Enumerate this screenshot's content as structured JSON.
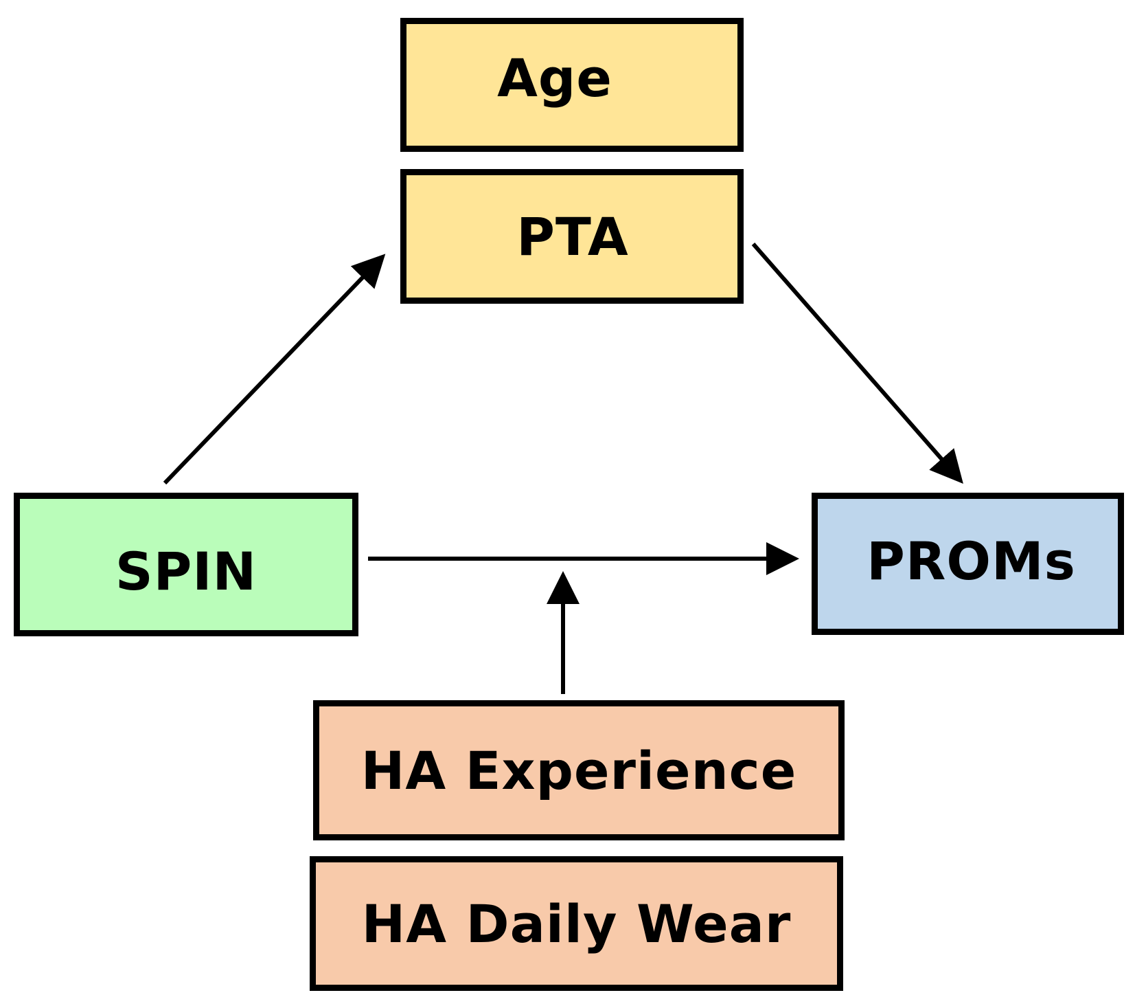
{
  "nodes": {
    "age": {
      "label": "Age",
      "color": "#FFE597"
    },
    "pta": {
      "label": "PTA",
      "color": "#FFE597"
    },
    "spin": {
      "label": "SPIN",
      "color": "#BAFDBA"
    },
    "proms": {
      "label": "PROMs",
      "color": "#BED6EC"
    },
    "ha_experience": {
      "label": "HA Experience",
      "color": "#F8CAAA"
    },
    "ha_daily_wear": {
      "label": "HA Daily Wear",
      "color": "#F8CAAA"
    }
  },
  "edges": [
    {
      "from": "spin",
      "to": "pta"
    },
    {
      "from": "pta",
      "to": "proms"
    },
    {
      "from": "spin",
      "to": "proms"
    },
    {
      "from": "ha_experience",
      "to": "spin-proms-edge"
    }
  ]
}
